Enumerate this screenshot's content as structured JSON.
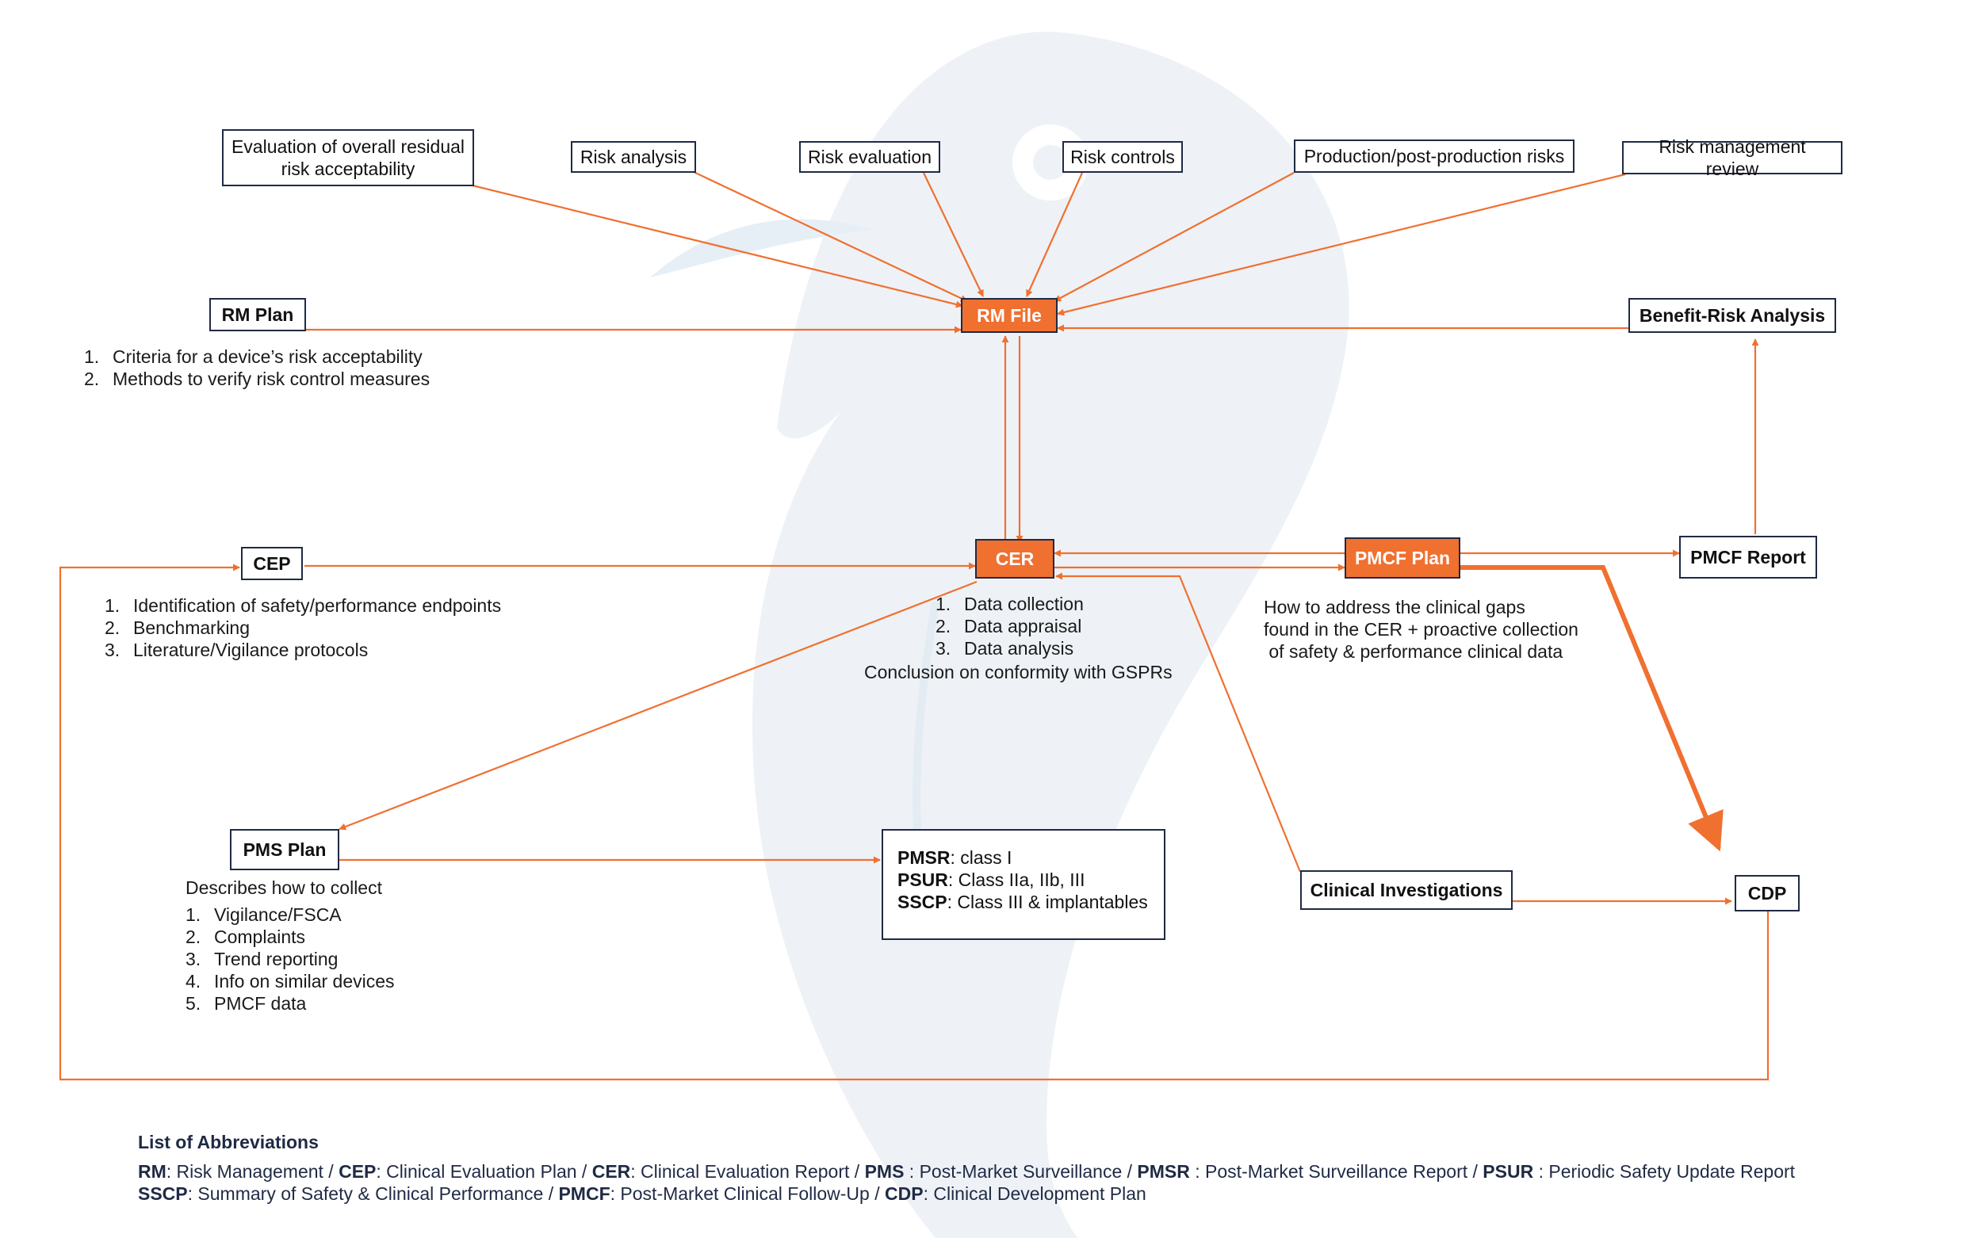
{
  "colors": {
    "accent": "#f07030",
    "navy": "#1f2a44",
    "watermark": "#eef2f6"
  },
  "boxes": {
    "eval_residual": "Evaluation of overall residual risk acceptability",
    "risk_analysis": "Risk analysis",
    "risk_evaluation": "Risk evaluation",
    "risk_controls": "Risk controls",
    "production_risks": "Production/post-production risks",
    "rm_review": "Risk management review",
    "rm_plan": "RM Plan",
    "rm_file": "RM File",
    "benefit_risk": "Benefit-Risk Analysis",
    "cep": "CEP",
    "cer": "CER",
    "pmcf_plan": "PMCF Plan",
    "pmcf_report": "PMCF Report",
    "pms_plan": "PMS Plan",
    "clinical_investigations": "Clinical Investigations",
    "cdp": "CDP"
  },
  "rm_plan_list": [
    {
      "n": "1.",
      "text": "Criteria for a device’s risk acceptability"
    },
    {
      "n": "2.",
      "text": "Methods to verify risk control measures"
    }
  ],
  "cep_list": [
    {
      "n": "1.",
      "text": "Identification of safety/performance endpoints"
    },
    {
      "n": "2.",
      "text": "Benchmarking"
    },
    {
      "n": "3.",
      "text": "Literature/Vigilance protocols"
    }
  ],
  "cer_list": [
    {
      "n": "1.",
      "text": "Data collection"
    },
    {
      "n": "2.",
      "text": "Data appraisal"
    },
    {
      "n": "3.",
      "text": "Data analysis"
    }
  ],
  "cer_conclusion": "Conclusion on conformity with GSPRs",
  "pmcf_desc": [
    "How to address the clinical gaps",
    "found in the CER + proactive collection",
    " of safety & performance clinical data"
  ],
  "pms_desc": "Describes how to collect",
  "pms_list": [
    {
      "n": "1.",
      "text": "Vigilance/FSCA"
    },
    {
      "n": "2.",
      "text": "Complaints"
    },
    {
      "n": "3.",
      "text": "Trend reporting"
    },
    {
      "n": "4.",
      "text": "Info on similar devices"
    },
    {
      "n": "5.",
      "text": "PMCF data"
    }
  ],
  "pmsr_box": [
    {
      "abbr": "PMSR",
      "text": ": class I"
    },
    {
      "abbr": "PSUR",
      "text": ": Class IIa, IIb, III"
    },
    {
      "abbr": "SSCP",
      "text": ": Class III & implantables"
    }
  ],
  "abbreviations": {
    "title": "List of Abbreviations",
    "line1": [
      {
        "abbr": "RM",
        "text": ": Risk Management / "
      },
      {
        "abbr": "CEP",
        "text": ": Clinical Evaluation Plan / "
      },
      {
        "abbr": "CER",
        "text": ": Clinical Evaluation Report / "
      },
      {
        "abbr": "PMS",
        "text": " : Post-Market Surveillance / "
      },
      {
        "abbr": "PMSR",
        "text": " : Post-Market Surveillance Report / "
      },
      {
        "abbr": "PSUR",
        "text": " : Periodic Safety Update Report"
      }
    ],
    "line2": [
      {
        "abbr": "SSCP",
        "text": ": Summary of Safety & Clinical Performance / "
      },
      {
        "abbr": "PMCF",
        "text": ": Post-Market Clinical Follow-Up / "
      },
      {
        "abbr": "CDP",
        "text": ": Clinical Development Plan"
      }
    ]
  }
}
